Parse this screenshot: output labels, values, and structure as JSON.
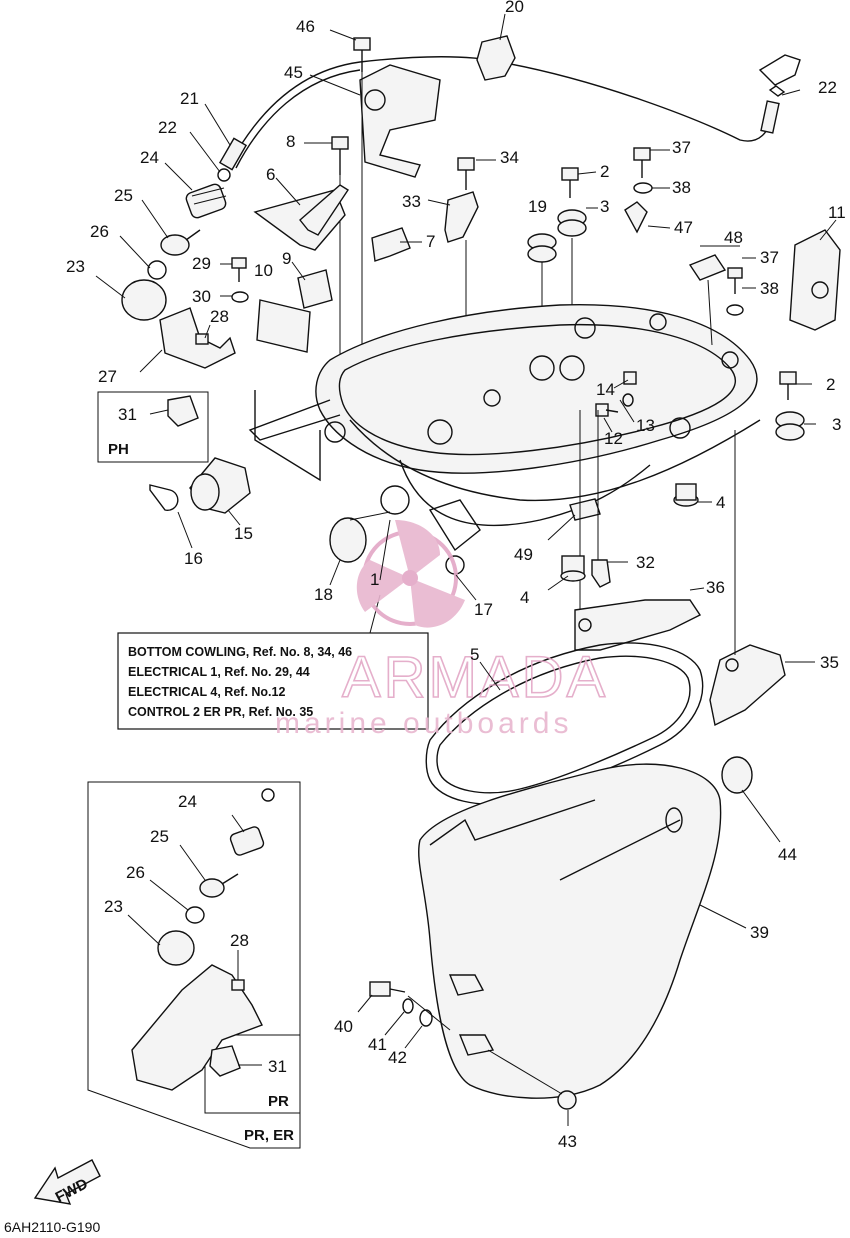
{
  "diagram": {
    "drawing_code": "6AH2110-G190",
    "fwd_label": "FWD",
    "callouts": [
      {
        "id": "c46",
        "text": "46"
      },
      {
        "id": "c20",
        "text": "20"
      },
      {
        "id": "c45",
        "text": "45"
      },
      {
        "id": "c21",
        "text": "21"
      },
      {
        "id": "c22a",
        "text": "22"
      },
      {
        "id": "c22b",
        "text": "22"
      },
      {
        "id": "c8",
        "text": "8"
      },
      {
        "id": "c24a",
        "text": "24"
      },
      {
        "id": "c6",
        "text": "6"
      },
      {
        "id": "c34",
        "text": "34"
      },
      {
        "id": "c37a",
        "text": "37"
      },
      {
        "id": "c2a",
        "text": "2"
      },
      {
        "id": "c38a",
        "text": "38"
      },
      {
        "id": "c25a",
        "text": "25"
      },
      {
        "id": "c33",
        "text": "33"
      },
      {
        "id": "c19",
        "text": "19"
      },
      {
        "id": "c3a",
        "text": "3"
      },
      {
        "id": "c47",
        "text": "47"
      },
      {
        "id": "c11",
        "text": "11"
      },
      {
        "id": "c26a",
        "text": "26"
      },
      {
        "id": "c7",
        "text": "7"
      },
      {
        "id": "c48",
        "text": "48"
      },
      {
        "id": "c9",
        "text": "9"
      },
      {
        "id": "c23a",
        "text": "23"
      },
      {
        "id": "c29",
        "text": "29"
      },
      {
        "id": "c10",
        "text": "10"
      },
      {
        "id": "c37b",
        "text": "37"
      },
      {
        "id": "c30",
        "text": "30"
      },
      {
        "id": "c38b",
        "text": "38"
      },
      {
        "id": "c28a",
        "text": "28"
      },
      {
        "id": "c27",
        "text": "27"
      },
      {
        "id": "c2b",
        "text": "2"
      },
      {
        "id": "c14",
        "text": "14"
      },
      {
        "id": "c13",
        "text": "13"
      },
      {
        "id": "c31a",
        "text": "31"
      },
      {
        "id": "c3b",
        "text": "3"
      },
      {
        "id": "c12",
        "text": "12"
      },
      {
        "id": "c4a",
        "text": "4"
      },
      {
        "id": "c15",
        "text": "15"
      },
      {
        "id": "c16",
        "text": "16"
      },
      {
        "id": "c49",
        "text": "49"
      },
      {
        "id": "c32",
        "text": "32"
      },
      {
        "id": "c18",
        "text": "18"
      },
      {
        "id": "c1",
        "text": "1"
      },
      {
        "id": "c4b",
        "text": "4"
      },
      {
        "id": "c36",
        "text": "36"
      },
      {
        "id": "c17",
        "text": "17"
      },
      {
        "id": "c5",
        "text": "5"
      },
      {
        "id": "c35",
        "text": "35"
      },
      {
        "id": "c24b",
        "text": "24"
      },
      {
        "id": "c44",
        "text": "44"
      },
      {
        "id": "c25b",
        "text": "25"
      },
      {
        "id": "c26b",
        "text": "26"
      },
      {
        "id": "c23b",
        "text": "23"
      },
      {
        "id": "c39",
        "text": "39"
      },
      {
        "id": "c28b",
        "text": "28"
      },
      {
        "id": "c40",
        "text": "40"
      },
      {
        "id": "c41",
        "text": "41"
      },
      {
        "id": "c42",
        "text": "42"
      },
      {
        "id": "c31b",
        "text": "31"
      },
      {
        "id": "c43",
        "text": "43"
      }
    ],
    "ph_tag": "PH",
    "pr_tag": "PR",
    "pr_er_tag": "PR, ER",
    "info_box": [
      "BOTTOM COWLING, Ref. No. 8, 34, 46",
      "ELECTRICAL 1, Ref. No. 29, 44",
      "ELECTRICAL 4, Ref. No.12",
      "CONTROL 2 ER PR, Ref. No. 35"
    ]
  },
  "watermark": {
    "brand": "ARMADA",
    "tagline": "marine outboards",
    "color": "#e3a7c6"
  }
}
